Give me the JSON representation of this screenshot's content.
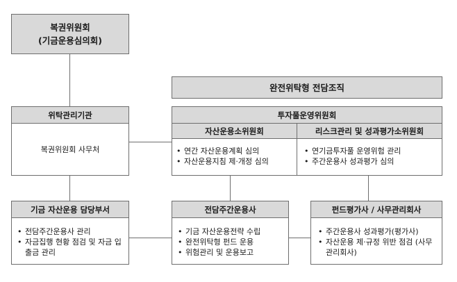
{
  "committee": {
    "line1": "복권위원회",
    "line2": "(기금운용심의회)"
  },
  "dedicated_org": {
    "title": "완전위탁형 전담조직"
  },
  "trust_agency": {
    "header": "위탁관리기관",
    "body": "복권위원회 사무처"
  },
  "investment_pool": {
    "header": "투자풀운영위원회",
    "asset_sub": {
      "header": "자산운용소위원회",
      "items": [
        "연간 자산운용계획 심의",
        "자산운용지침 제·개정 심의"
      ]
    },
    "risk_sub": {
      "header": "리스크관리 및 성과평가소위원회",
      "items": [
        "연기금투자풀 운영위험 관리",
        "주간운용사 성과평가 심의"
      ]
    }
  },
  "fund_dept": {
    "header": "기금 자산운용 담당부서",
    "items": [
      "전담주간운용사 관리",
      "자금집행 현황 점검 및 자금 입출금 관리"
    ]
  },
  "lead_manager": {
    "header": "전담주간운용사",
    "items": [
      "기금 자산운용전략 수립",
      "완전위탁형 펀드 운용",
      "위험관리 및 운용보고"
    ]
  },
  "evaluator": {
    "header": "펀드평가사 / 사무관리회사",
    "items": [
      "주간운용사 성과평가(평가사)",
      "자산운용 제·규정 위반 점검 (사무관리회사)"
    ]
  }
}
